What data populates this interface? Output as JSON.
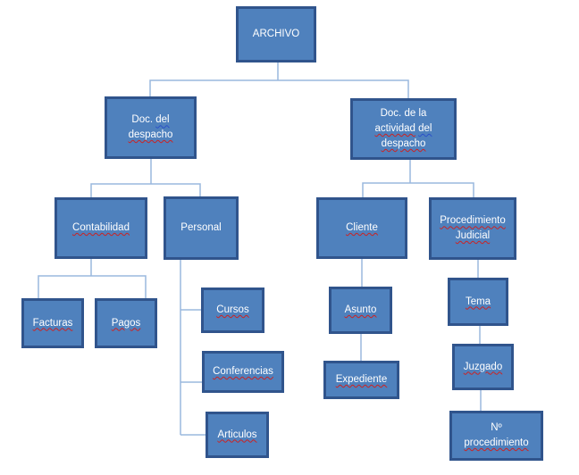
{
  "diagram": {
    "colors": {
      "node_fill": "#4f81bd",
      "node_border": "#30548c",
      "node_text": "#ffffff",
      "connector": "#9ab8de",
      "spellcheck_red": "#cc2222",
      "grammarcheck_blue": "#2b50c8",
      "background": "#ffffff"
    },
    "nodes": {
      "archivo": {
        "label": "ARCHIVO",
        "lines": [
          [
            {
              "t": "ARCHIVO",
              "u": "none"
            }
          ]
        ]
      },
      "doc_despacho": {
        "label": "Doc. del despacho",
        "lines": [
          [
            {
              "t": "Doc.",
              "u": "none"
            },
            {
              "t": "del",
              "u": "blue"
            }
          ],
          [
            {
              "t": "despacho",
              "u": "red"
            }
          ]
        ]
      },
      "doc_actividad": {
        "label": "Doc. de la actividad del despacho",
        "lines": [
          [
            {
              "t": "Doc.",
              "u": "none"
            },
            {
              "t": "de",
              "u": "none"
            },
            {
              "t": "la",
              "u": "none"
            }
          ],
          [
            {
              "t": "actividad",
              "u": "red"
            },
            {
              "t": "del",
              "u": "blue"
            }
          ],
          [
            {
              "t": "despacho",
              "u": "red"
            }
          ]
        ]
      },
      "contabilidad": {
        "label": "Contabilidad",
        "lines": [
          [
            {
              "t": "Contabilidad",
              "u": "red"
            }
          ]
        ]
      },
      "personal": {
        "label": "Personal",
        "lines": [
          [
            {
              "t": "Personal",
              "u": "none"
            }
          ]
        ]
      },
      "cliente": {
        "label": "Cliente",
        "lines": [
          [
            {
              "t": "Cliente",
              "u": "red"
            }
          ]
        ]
      },
      "proc_judicial": {
        "label": "Procedimiento Judicial",
        "lines": [
          [
            {
              "t": "Procedimiento",
              "u": "red"
            }
          ],
          [
            {
              "t": "Judicial",
              "u": "red"
            }
          ]
        ]
      },
      "facturas": {
        "label": "Facturas",
        "lines": [
          [
            {
              "t": "Facturas",
              "u": "red"
            }
          ]
        ]
      },
      "pagos": {
        "label": "Pagos",
        "lines": [
          [
            {
              "t": "Pagos",
              "u": "red"
            }
          ]
        ]
      },
      "cursos": {
        "label": "Cursos",
        "lines": [
          [
            {
              "t": "Cursos",
              "u": "red"
            }
          ]
        ]
      },
      "conferencias": {
        "label": "Conferencias",
        "lines": [
          [
            {
              "t": "Conferencias",
              "u": "red"
            }
          ]
        ]
      },
      "articulos": {
        "label": "Articulos",
        "lines": [
          [
            {
              "t": "Articulos",
              "u": "red"
            }
          ]
        ]
      },
      "asunto": {
        "label": "Asunto",
        "lines": [
          [
            {
              "t": "Asunto",
              "u": "red"
            }
          ]
        ]
      },
      "expediente": {
        "label": "Expediente",
        "lines": [
          [
            {
              "t": "Expediente",
              "u": "red"
            }
          ]
        ]
      },
      "tema": {
        "label": "Tema",
        "lines": [
          [
            {
              "t": "Tema",
              "u": "red"
            }
          ]
        ]
      },
      "juzgado": {
        "label": "Juzgado",
        "lines": [
          [
            {
              "t": "Juzgado",
              "u": "red"
            }
          ]
        ]
      },
      "n_procedimiento": {
        "label": "Nº procedimiento",
        "lines": [
          [
            {
              "t": "Nº",
              "u": "none"
            }
          ],
          [
            {
              "t": "procedimiento",
              "u": "red"
            }
          ]
        ]
      }
    },
    "edges": [
      {
        "from": "archivo",
        "to": "doc_despacho"
      },
      {
        "from": "archivo",
        "to": "doc_actividad"
      },
      {
        "from": "doc_despacho",
        "to": "contabilidad"
      },
      {
        "from": "doc_despacho",
        "to": "personal"
      },
      {
        "from": "contabilidad",
        "to": "facturas"
      },
      {
        "from": "contabilidad",
        "to": "pagos"
      },
      {
        "from": "personal",
        "to": "cursos"
      },
      {
        "from": "personal",
        "to": "conferencias"
      },
      {
        "from": "personal",
        "to": "articulos"
      },
      {
        "from": "doc_actividad",
        "to": "cliente"
      },
      {
        "from": "doc_actividad",
        "to": "proc_judicial"
      },
      {
        "from": "cliente",
        "to": "asunto"
      },
      {
        "from": "asunto",
        "to": "expediente"
      },
      {
        "from": "proc_judicial",
        "to": "tema"
      },
      {
        "from": "tema",
        "to": "juzgado"
      },
      {
        "from": "juzgado",
        "to": "n_procedimiento"
      }
    ]
  }
}
